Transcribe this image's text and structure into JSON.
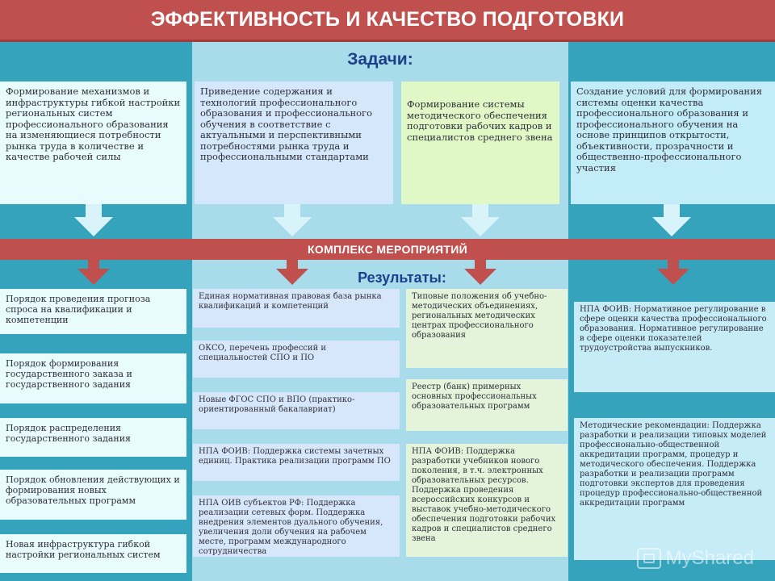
{
  "title": "ЭФФЕКТИВНОСТЬ И КАЧЕСТВО ПОДГОТОВКИ",
  "tasks_heading": "Задачи:",
  "tasks": [
    "Формирование механизмов и инфраструктуры гибкой настройки региональных систем профессионального образования на изменяющиеся потребности рынка труда в количестве и качестве рабочей силы",
    "Приведение содержания и технологий профессионального образования и профессионального обучения в соответствие с актуальными и перспективными потребностями рынка труда и профессиональными стандартами",
    "Формирование системы методического обеспечения подготовки рабочих кадров и специалистов среднего звена",
    "Создание условий для формирования системы оценки качества профессионального образования и профессионального обучения на основе принципов открытости, объективности, прозрачности и общественно-профессионального участия"
  ],
  "complex_label": "КОМПЛЕКС МЕРОПРИЯТИЙ",
  "results_heading": "Результаты:",
  "results": {
    "col1": [
      "Порядок проведения прогноза спроса на квалификации и компетенции",
      "Порядок формирования государственного заказа и государственного задания",
      "Порядок распределения государственного задания",
      "Порядок обновления действующих и формирования новых образовательных программ",
      "Новая инфраструктура гибкой настройки региональных систем"
    ],
    "col2": [
      "Единая нормативная правовая база рынка квалификаций и компетенций",
      "ОКСО, перечень профессий и специальностей СПО и ПО",
      "Новые ФГОС СПО и ВПО (практико-ориентированный бакалавриат)",
      "НПА ФОИВ: Поддержка системы зачетных единиц. Практика реализации программ ПО",
      "НПА ОИВ субъектов РФ: Поддержка реализации сетевых форм. Поддержка внедрения элементов дуального обучения, увеличения доли обучения на рабочем месте, программ международного сотрудничества"
    ],
    "col3": [
      "Типовые положения об учебно-методических объединениях, региональных методических центрах профессионального образования",
      "Реестр (банк) примерных основных профессиональных образовательных программ",
      "НПА ФОИВ: Поддержка разработки учебников нового поколения, в т.ч. электронных образовательных ресурсов. Поддержка проведения всероссийских конкурсов и выставок учебно-методического обеспечения подготовки рабочих кадров и специалистов среднего звена"
    ],
    "col4": [
      "НПА ФОИВ: Нормативное регулирование в сфере оценки качества профессионального образования. Нормативное регулирование в сфере оценки показателей трудоустройства выпускников.",
      "Методические рекомендации: Поддержка разработки и реализации типовых моделей профессионально-общественной аккредитации программ, процедур и методического обеспечения. Поддержка разработки и реализации программ подготовки экспертов для проведения процедур профессионально-общественной аккредитации программ"
    ]
  },
  "watermark": "MyShared",
  "colors": {
    "header": "#c0504e",
    "background": "#36a3bd",
    "heading_text": "#1c3f8a"
  }
}
